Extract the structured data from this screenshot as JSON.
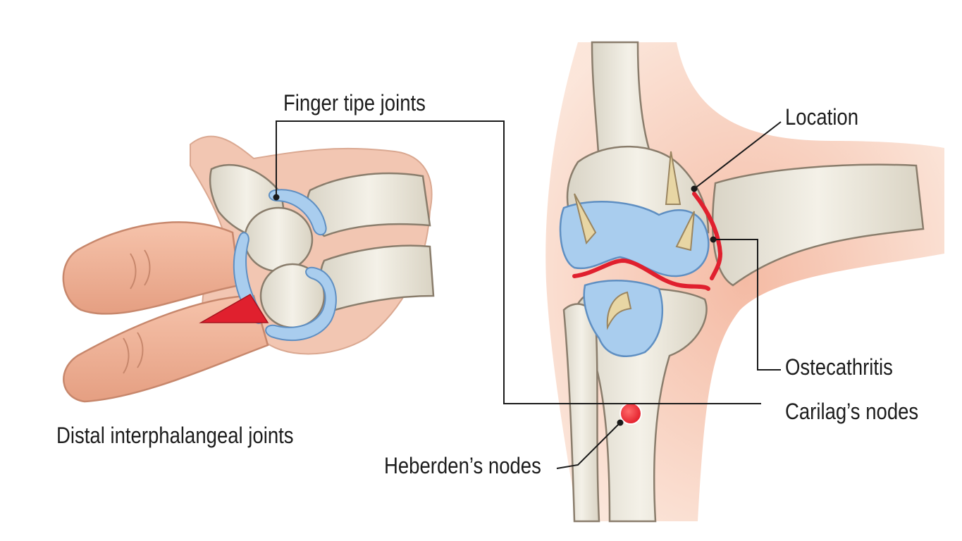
{
  "labels": {
    "finger_tip_joints": "Finger tipe joints",
    "distal_interphalangeal": "Distal interphalangeal joints",
    "location": "Location",
    "osteoarthritis": "Ostecathritis",
    "cartilage_nodes": "Carilag’s nodes",
    "heberden_nodes": "Heberden’s nodes"
  },
  "colors": {
    "skin": "#f0b59c",
    "bone": "#ece8dc",
    "cartilage": "#a9cdee",
    "inflammation": "#e0202e",
    "outline": "#6b5a50",
    "leader_line": "#1a1a1a",
    "text": "#1c1c1c"
  }
}
